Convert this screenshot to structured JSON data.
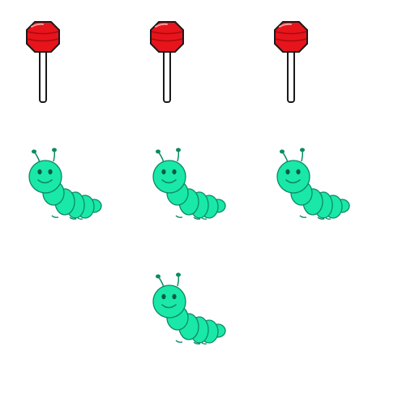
{
  "scene": {
    "rows": [
      {
        "name": "lollipop-row",
        "item": "lollipop-icon",
        "count": 3
      },
      {
        "name": "caterpillar-row",
        "item": "caterpillar-icon",
        "count": 3
      },
      {
        "name": "caterpillar-row-2",
        "item": "caterpillar-icon",
        "count": 1
      }
    ]
  },
  "colors": {
    "background": "#ffffff",
    "candy": "#e8141b",
    "candy_dark": "#a50c10",
    "stick": "#ffffff",
    "outline": "#1a1a1a",
    "caterpillar_body": "#19e8a9",
    "caterpillar_outline": "#0c8a63",
    "caterpillar_eye": "#0d5b45"
  }
}
